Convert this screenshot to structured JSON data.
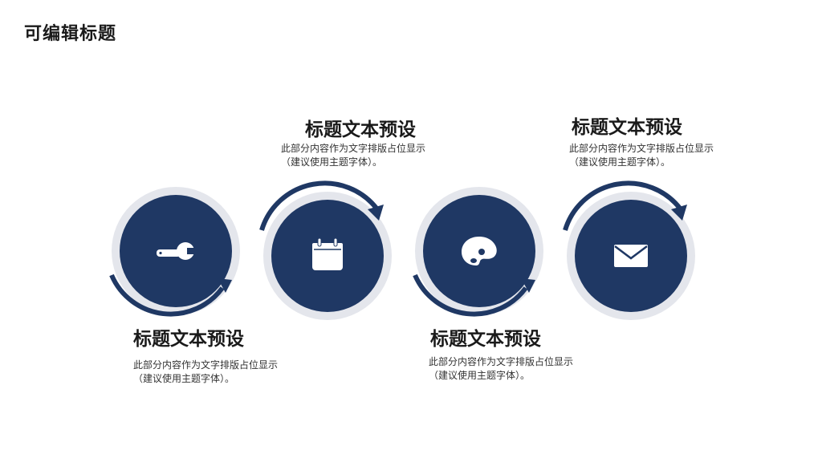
{
  "page": {
    "title": "可编辑标题"
  },
  "theme": {
    "primary": "#1f3864",
    "ring": "#e4e6ec",
    "text": "#1a1a1a"
  },
  "steps": [
    {
      "icon": "wrench-icon",
      "title": "标题文本预设",
      "desc_line1": "此部分内容作为文字排版占位显示",
      "desc_line2": "（建议使用主题字体）。"
    },
    {
      "icon": "calendar-icon",
      "title": "标题文本预设",
      "desc_line1": "此部分内容作为文字排版占位显示",
      "desc_line2": "（建议使用主题字体）。"
    },
    {
      "icon": "palette-icon",
      "title": "标题文本预设",
      "desc_line1": "此部分内容作为文字排版占位显示",
      "desc_line2": "（建议使用主题字体）。"
    },
    {
      "icon": "envelope-icon",
      "title": "标题文本预设",
      "desc_line1": "此部分内容作为文字排版占位显示",
      "desc_line2": "（建议使用主题字体）。"
    }
  ]
}
